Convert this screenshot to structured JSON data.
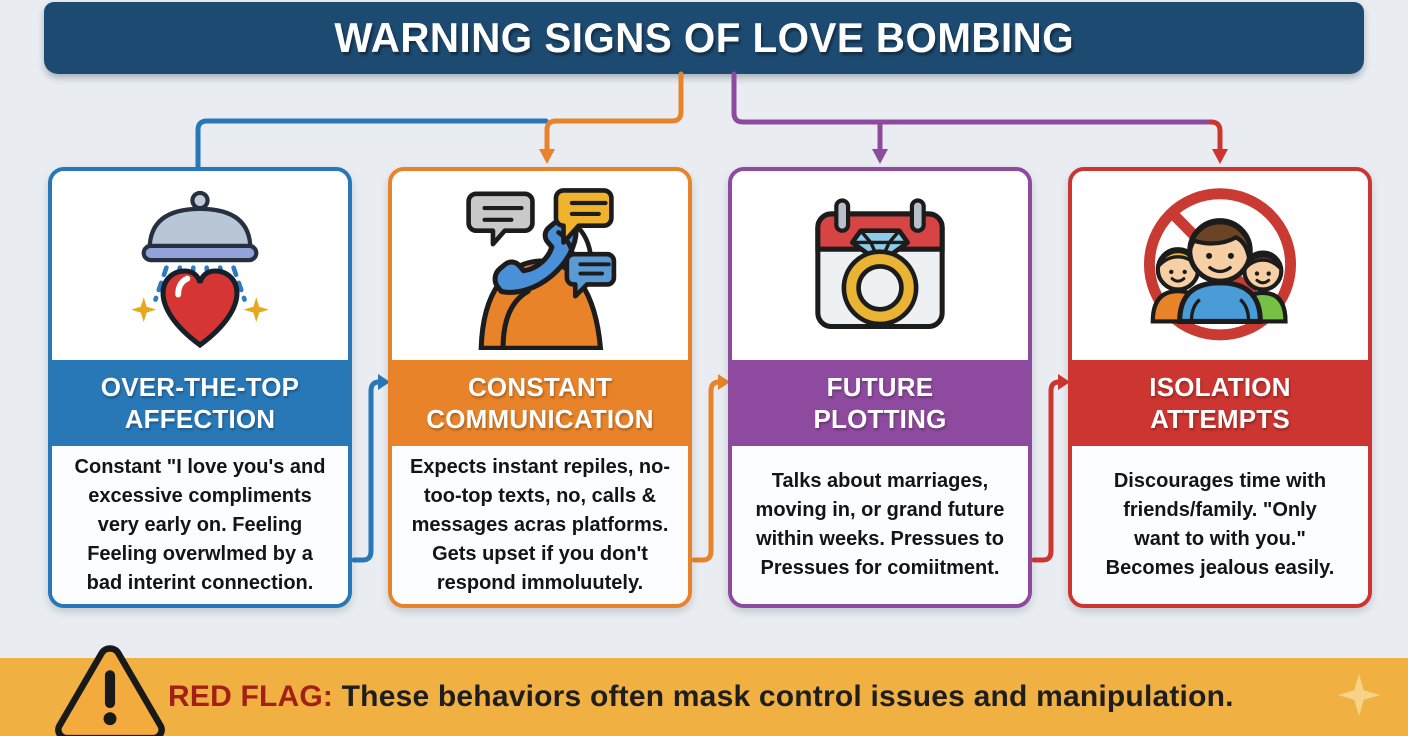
{
  "header": {
    "title": "WARNING SIGNS OF LOVE BOMBING"
  },
  "cards": [
    {
      "icon": "shower-affection-icon",
      "accent": "#2878b8",
      "title_lines": [
        "OVER-THE-TOP",
        "AFFECTION"
      ],
      "body_lines": [
        "Constant \"I love you's and",
        "excessive compliments",
        "very early on. Feeling",
        "Feeling overwlmed by a",
        "bad interint connection."
      ]
    },
    {
      "icon": "phone-messages-icon",
      "accent": "#e8832a",
      "title_lines": [
        "CONSTANT",
        "COMMUNICATION"
      ],
      "body_lines": [
        "Expects instant repiles, no-",
        "too-top texts, no, calls &",
        "messages acras platforms.",
        "Gets upset if you don't",
        "respond immoluutely."
      ]
    },
    {
      "icon": "calendar-ring-icon",
      "accent": "#8e4a9e",
      "title_lines": [
        "FUTURE",
        "PLOTTING"
      ],
      "body_lines": [
        "Talks about marriages,",
        "moving in, or grand future",
        "within weeks. Pressues to",
        "Pressues for comiitment."
      ]
    },
    {
      "icon": "no-friends-icon",
      "accent": "#cc3530",
      "title_lines": [
        "ISOLATION",
        "ATTEMPTS"
      ],
      "body_lines": [
        "Discourages time with",
        "friends/family. \"Only",
        "want to with you.\"",
        "Becomes jealous easily."
      ]
    }
  ],
  "footer": {
    "prefix": "RED FLAG:",
    "message": " These behaviors  often mask control issues and manipulation.",
    "warning_icon": "warning-triangle-icon",
    "sparkle_icon": "sparkle-icon"
  },
  "palette": {
    "background": "#e9edf1",
    "header_bg": "#1d4a70",
    "blue": "#2878b8",
    "orange": "#e8832a",
    "purple": "#8e4a9e",
    "red": "#cc3530",
    "footer_yellow": "#f0b042",
    "red_flag_text": "#a32017"
  }
}
